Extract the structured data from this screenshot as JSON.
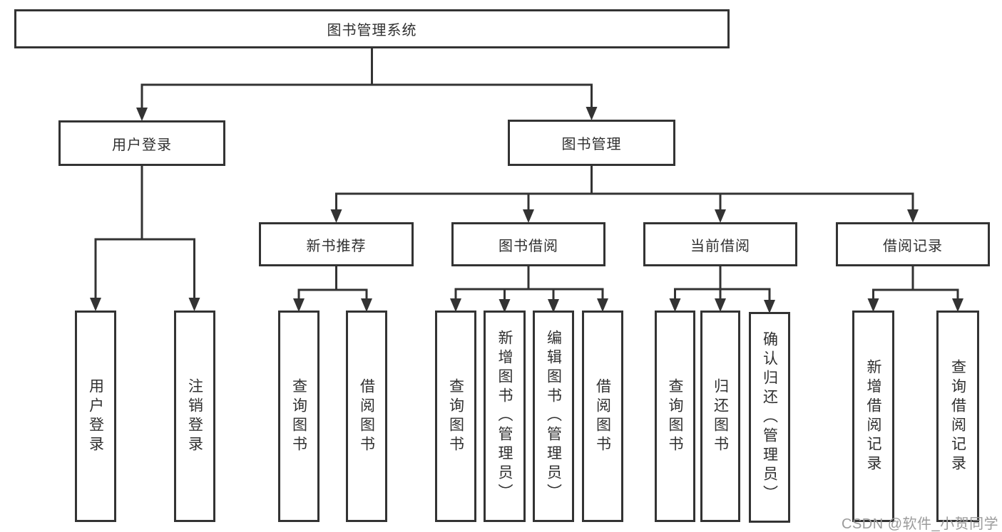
{
  "colors": {
    "line": "#333333",
    "box_border": "#333333",
    "text": "#303030",
    "watermark": "#9b9b9b",
    "background": "#ffffff"
  },
  "watermark": {
    "text": "CSDN @软件_小贺同学"
  },
  "tree": {
    "root": "图书管理系统",
    "branches": [
      {
        "label": "用户登录",
        "children": [
          "用户登录",
          "注销登录"
        ]
      },
      {
        "label": "图书管理",
        "children": [
          {
            "label": "新书推荐",
            "children": [
              "查询图书",
              "借阅图书"
            ]
          },
          {
            "label": "图书借阅",
            "children": [
              "查询图书",
              "新增图书（管理员）",
              "编辑图书（管理员）",
              "借阅图书"
            ]
          },
          {
            "label": "当前借阅",
            "children": [
              "查询图书",
              "归还图书",
              "确认归还（管理员）"
            ]
          },
          {
            "label": "借阅记录",
            "children": [
              "新增借阅记录",
              "查询借阅记录"
            ]
          }
        ]
      }
    ]
  }
}
